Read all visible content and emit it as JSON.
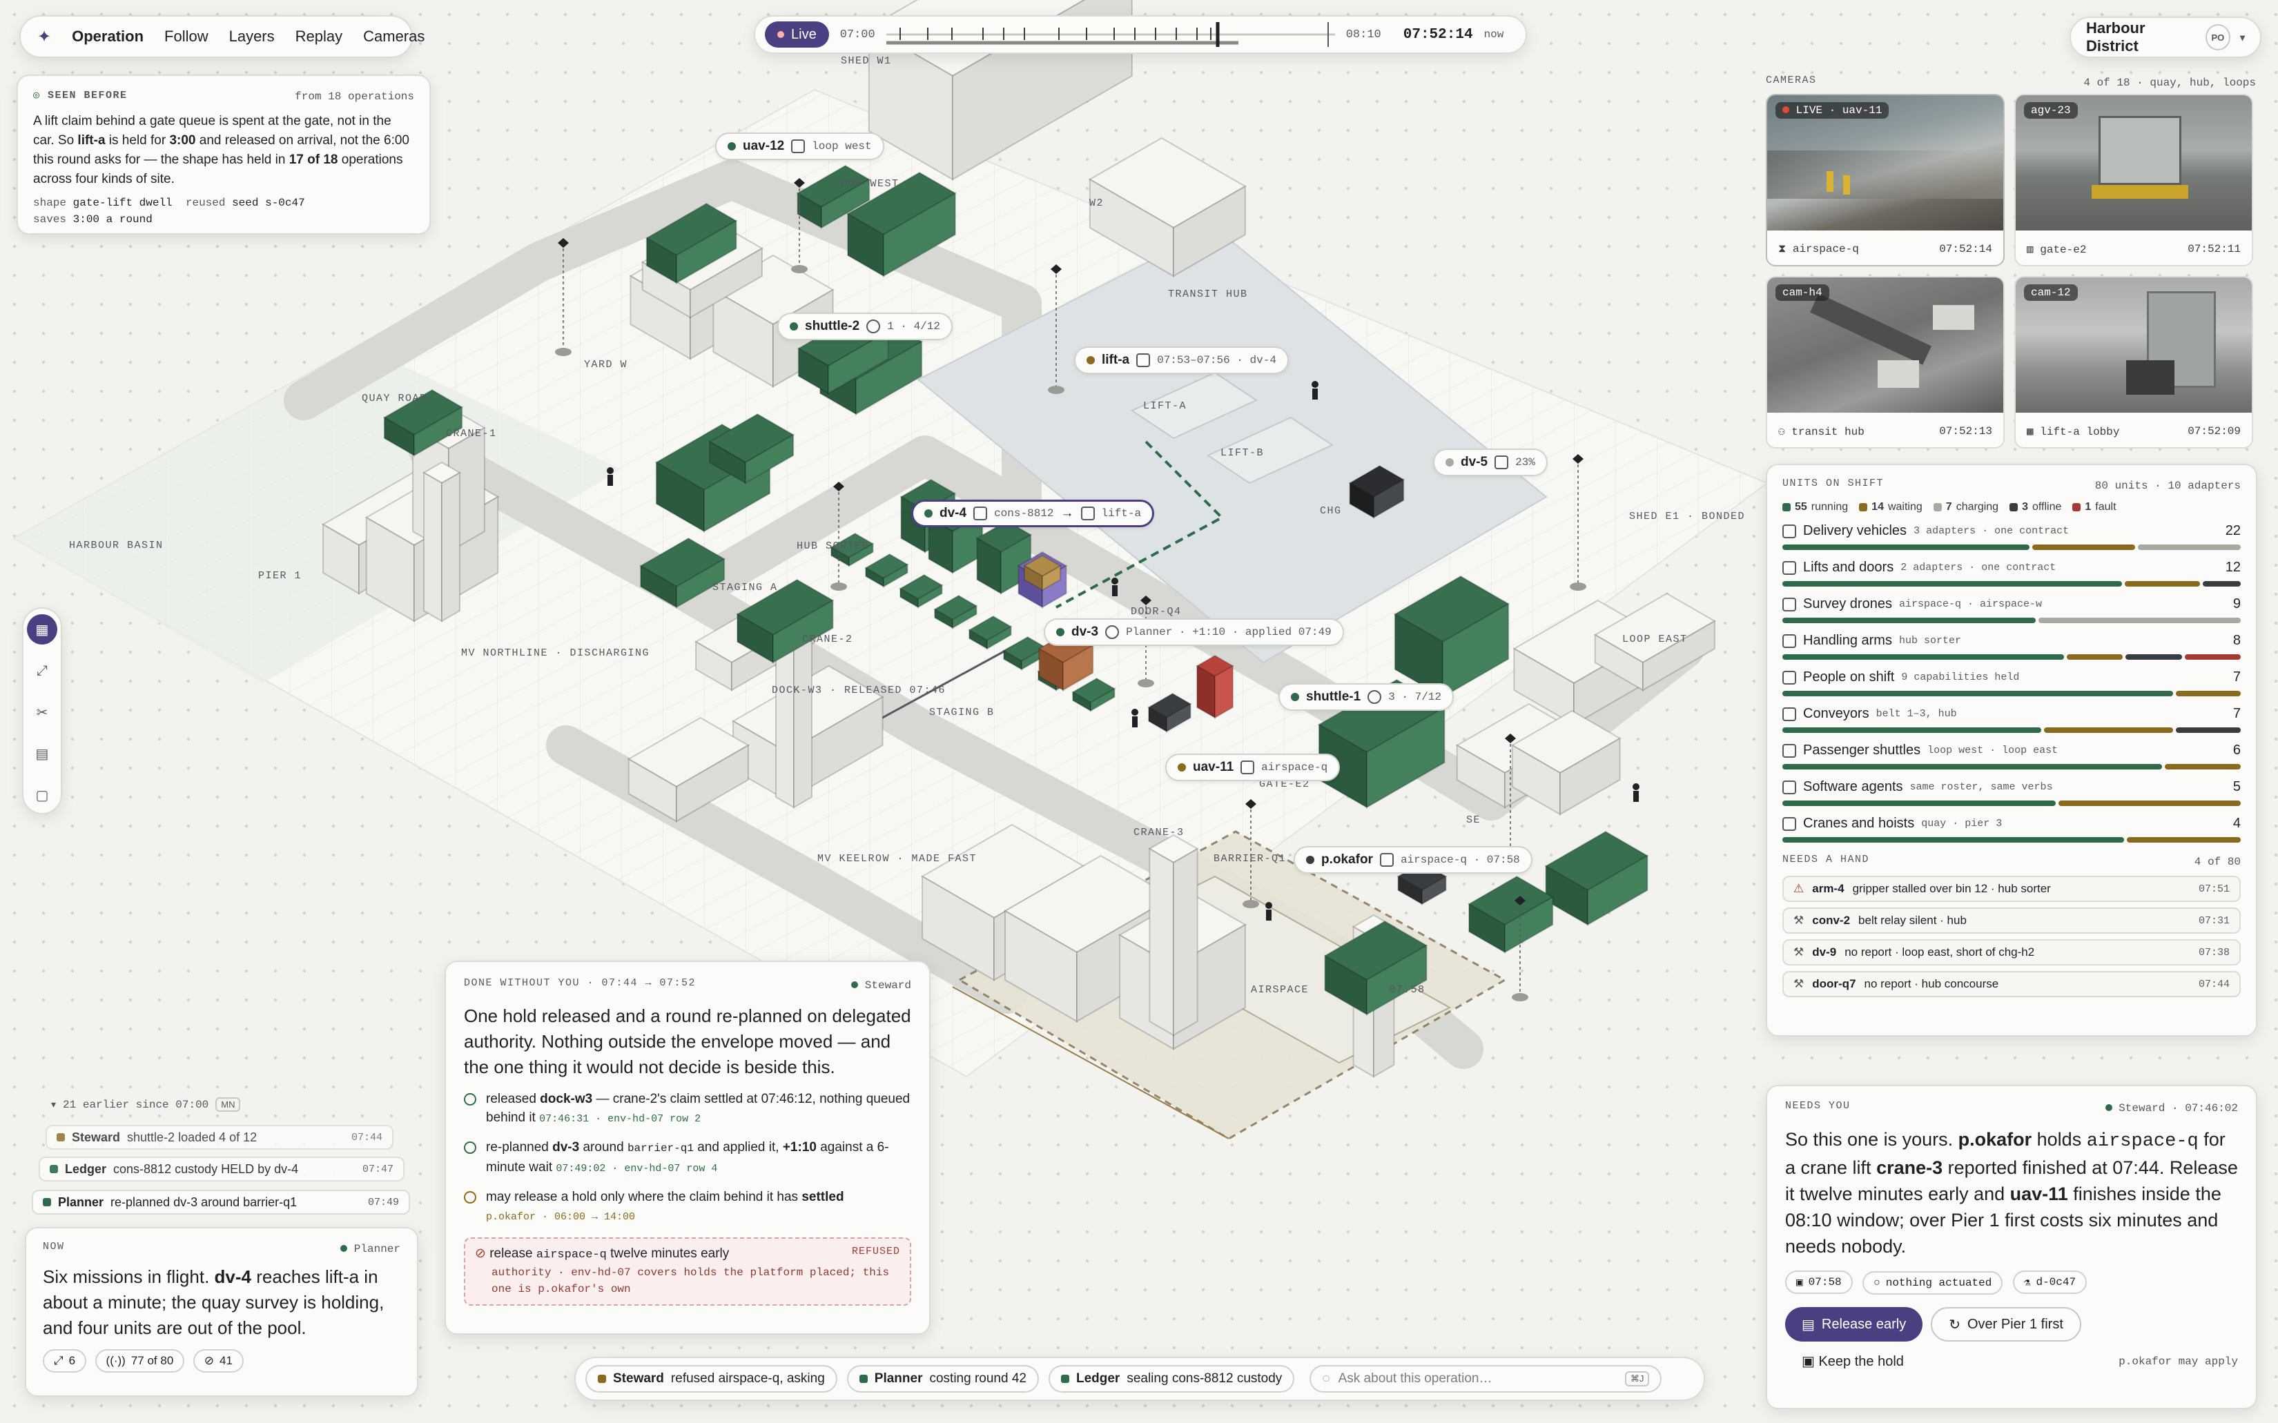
{
  "nav": {
    "logo": "compass-logo",
    "items": [
      "Operation",
      "Follow",
      "Layers",
      "Replay",
      "Cameras"
    ],
    "selected": "Operation"
  },
  "timeline": {
    "live_label": "Live",
    "start": "07:00",
    "end": "08:10",
    "current": "07:52:14",
    "now_label": "now"
  },
  "district": {
    "name": "Harbour District",
    "avatar": "PO"
  },
  "seen_before": {
    "header": "SEEN BEFORE",
    "source": "from 18 operations",
    "text_a": "A lift claim behind a gate queue is spent at the gate, not in the car. So ",
    "lift": "lift-a",
    "text_b": " is held for ",
    "hold": "3:00",
    "text_c": " and released on arrival, not the 6:00 this round asks for — the shape has held in ",
    "ratio": "17 of 18",
    "text_d": " operations across four kinds of site.",
    "shape_label": "shape",
    "shape_value": "gate-lift dwell",
    "reused_label": "reused",
    "reused_value": "seed s-0c47",
    "saves_label": "saves",
    "saves_value": "3:00 a round"
  },
  "map_labels": {
    "shed_w1": "SHED W1",
    "loop_west": "LOOP WEST",
    "w2": "W2",
    "transit_hub": "TRANSIT HUB",
    "yard_w": "YARD W",
    "quay_road": "QUAY ROAD",
    "crane_1": "CRANE-1",
    "harbour_basin": "HARBOUR BASIN",
    "pier_1": "PIER 1",
    "mv_northline": "MV NORTHLINE · DISCHARGING",
    "staging_a": "STAGING A",
    "crane_2": "CRANE-2",
    "hub_sorter": "HUB SORTER",
    "lift_a": "LIFT-A",
    "lift_b": "LIFT-B",
    "chg": "CHG",
    "shed_e1": "SHED E1 · BONDED",
    "loop_east": "LOOP EAST",
    "door_q4": "DOOR-Q4",
    "dock_w3": "DOCK-W3 · RELEASED 07:46",
    "staging_b": "STAGING B",
    "gate_e2": "GATE-E2",
    "crane_3": "CRANE-3",
    "barrier_q1": "BARRIER-Q1",
    "mv_keelrow": "MV KEELROW · MADE FAST",
    "airspace": "AIRSPACE",
    "se": "SE",
    "t0758": "07:58"
  },
  "units_map": {
    "uav12": {
      "name": "uav-12",
      "sub": "loop west"
    },
    "shuttle2": {
      "name": "shuttle-2",
      "sub": "1 · 4/12"
    },
    "lifta": {
      "name": "lift-a",
      "sub": "07:53–07:56 · dv-4"
    },
    "dv5": {
      "name": "dv-5",
      "sub": "23%"
    },
    "dv4": {
      "name": "dv-4",
      "sub": "cons-8812",
      "dest": "lift-a"
    },
    "dv3": {
      "name": "dv-3",
      "sub": "Planner · +1:10 · applied 07:49"
    },
    "shuttle1": {
      "name": "shuttle-1",
      "sub": "3 · 7/12"
    },
    "uav11": {
      "name": "uav-11",
      "sub": "airspace-q"
    },
    "pokafor": {
      "name": "p.okafor",
      "sub": "airspace-q · 07:58"
    }
  },
  "cameras": {
    "header": "CAMERAS",
    "summary": "4 of 18 · quay, hub, loops",
    "items": [
      {
        "tag": "LIVE · uav-11",
        "label": "airspace-q",
        "time": "07:52:14"
      },
      {
        "tag": "agv-23",
        "label": "gate-e2",
        "time": "07:52:11"
      },
      {
        "tag": "cam-h4",
        "label": "transit hub",
        "time": "07:52:13"
      },
      {
        "tag": "cam-12",
        "label": "lift-a lobby",
        "time": "07:52:09"
      }
    ]
  },
  "units": {
    "header": "UNITS ON SHIFT",
    "summary": "80 units · 10 adapters",
    "legend": [
      {
        "n": "55",
        "label": "running",
        "color": "#2f6b4a"
      },
      {
        "n": "14",
        "label": "waiting",
        "color": "#8a6a1e"
      },
      {
        "n": "7",
        "label": "charging",
        "color": "#a9a9a4"
      },
      {
        "n": "3",
        "label": "offline",
        "color": "#3a3d40"
      },
      {
        "n": "1",
        "label": "fault",
        "color": "#a33a33"
      }
    ],
    "rows": [
      {
        "name": "Delivery vehicles",
        "sub": "3 adapters · one contract",
        "count": "22",
        "segs": [
          12,
          5,
          5,
          0,
          0
        ]
      },
      {
        "name": "Lifts and doors",
        "sub": "2 adapters · one contract",
        "count": "12",
        "segs": [
          9,
          2,
          0,
          1,
          0
        ]
      },
      {
        "name": "Survey drones",
        "sub": "airspace-q · airspace-w",
        "count": "9",
        "segs": [
          5,
          0,
          4,
          0,
          0
        ]
      },
      {
        "name": "Handling arms",
        "sub": "hub sorter",
        "count": "8",
        "segs": [
          5,
          1,
          0,
          1,
          1
        ]
      },
      {
        "name": "People on shift",
        "sub": "9 capabilities held",
        "count": "7",
        "segs": [
          6,
          1,
          0,
          0,
          0
        ]
      },
      {
        "name": "Conveyors",
        "sub": "belt 1–3, hub",
        "count": "7",
        "segs": [
          4,
          2,
          0,
          1,
          0
        ]
      },
      {
        "name": "Passenger shuttles",
        "sub": "loop west · loop east",
        "count": "6",
        "segs": [
          5,
          1,
          0,
          0,
          0
        ]
      },
      {
        "name": "Software agents",
        "sub": "same roster, same verbs",
        "count": "5",
        "segs": [
          3,
          2,
          0,
          0,
          0
        ]
      },
      {
        "name": "Cranes and hoists",
        "sub": "quay · pier 3",
        "count": "4",
        "segs": [
          3,
          1,
          0,
          0,
          0
        ]
      }
    ],
    "needs_header": "NEEDS A HAND",
    "needs_summary": "4 of 80",
    "needs": [
      {
        "unit": "arm-4",
        "text": "gripper stalled over bin 12 · hub sorter",
        "time": "07:51"
      },
      {
        "unit": "conv-2",
        "text": "belt relay silent · hub",
        "time": "07:31"
      },
      {
        "unit": "dv-9",
        "text": "no report · loop east, short of chg-h2",
        "time": "07:38"
      },
      {
        "unit": "door-q7",
        "text": "no report · hub concourse",
        "time": "07:44"
      }
    ]
  },
  "needs_you": {
    "header": "NEEDS YOU",
    "agent": "Steward",
    "time": "07:46:02",
    "t1": "So this one is yours. ",
    "who": "p.okafor",
    "t2": " holds ",
    "res": "airspace-q",
    "t3": " for a crane lift ",
    "crane": "crane-3",
    "t4": " reported finished at 07:44. Release it twelve minutes early and ",
    "uav": "uav-11",
    "t5": " finishes inside the 08:10 window; over Pier 1 first costs six minutes and needs nobody.",
    "tags": [
      "07:58",
      "nothing actuated",
      "d-0c47"
    ],
    "btn_primary": "Release early",
    "btn_secondary": "Over Pier 1 first",
    "btn_keep": "Keep the hold",
    "note": "p.okafor may apply"
  },
  "done": {
    "header": "DONE WITHOUT YOU · 07:44 → 07:52",
    "agent": "Steward",
    "lead": "One hold released and a round re-planned on delegated authority. Nothing outside the envelope moved — and the one thing it would not decide is beside this.",
    "i1_a": "released ",
    "i1_b": "dock-w3",
    "i1_c": " — crane-2's claim settled at 07:46:12, nothing queued behind it ",
    "i1_d": "07:46:31 · env-hd-07 row 2",
    "i2_a": "re-planned ",
    "i2_b": "dv-3",
    "i2_c": " around ",
    "i2_d": "barrier-q1",
    "i2_e": " and applied it, ",
    "i2_f": "+1:10",
    "i2_g": " against a 6-minute wait ",
    "i2_h": "07:49:02 · env-hd-07 row 4",
    "i3_a": "may release a hold only where the claim behind it has ",
    "i3_b": "settled",
    "i3_c": "p.okafor · 06:00 → 14:00",
    "ref_a": "release ",
    "ref_b": "airspace-q",
    "ref_c": " twelve minutes early",
    "ref_tag": "REFUSED",
    "ref_sub": "authority · env-hd-07 covers holds the platform placed; this one is p.okafor's own"
  },
  "history": {
    "earlier": "21 earlier since 07:00",
    "earlier_key": "MN",
    "rows": [
      {
        "agent": "Steward",
        "text": "shuttle-2 loaded 4 of 12",
        "time": "07:44"
      },
      {
        "agent": "Ledger",
        "text": "cons-8812 custody HELD by dv-4",
        "time": "07:47"
      },
      {
        "agent": "Planner",
        "text": "re-planned dv-3 around barrier-q1",
        "time": "07:49"
      }
    ]
  },
  "now": {
    "header": "NOW",
    "agent": "Planner",
    "t1": "Six missions in flight. ",
    "unit": "dv-4",
    "t2": " reaches lift-a in about a minute; the quay survey is holding, and four units are out of the pool.",
    "stats": [
      "6",
      "77 of 80",
      "41"
    ]
  },
  "bottom": {
    "agents": [
      {
        "name": "Steward",
        "status": "refused airspace-q, asking",
        "color": "#8a6a1e"
      },
      {
        "name": "Planner",
        "status": "costing round 42",
        "color": "#2f6b4a"
      },
      {
        "name": "Ledger",
        "status": "sealing cons-8812 custody",
        "color": "#2f6b4a"
      }
    ],
    "ask_placeholder": "Ask about this operation…",
    "ask_key": "⌘J"
  }
}
